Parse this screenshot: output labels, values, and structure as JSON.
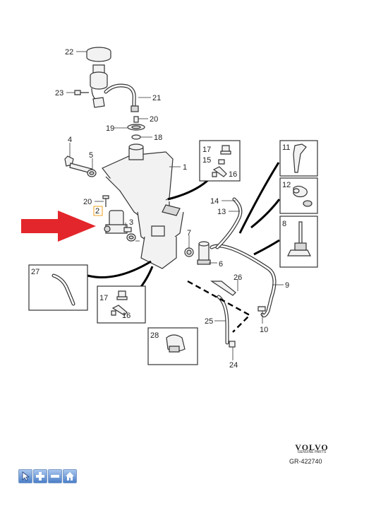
{
  "callouts": {
    "p1": "1",
    "p2": "2",
    "p3": "3",
    "p4": "4",
    "p5": "5",
    "p6": "6",
    "p7": "7",
    "p8": "8",
    "p9": "9",
    "p10": "10",
    "p11": "11",
    "p12": "12",
    "p13": "13",
    "p14": "14",
    "p15": "15",
    "p16": "16",
    "p16b": "16",
    "p17": "17",
    "p17b": "17",
    "p18": "18",
    "p19": "19",
    "p20": "20",
    "p20b": "20",
    "p21": "21",
    "p22": "22",
    "p23": "23",
    "p24": "24",
    "p25": "25",
    "p26": "26",
    "p27": "27",
    "p28": "28"
  },
  "brand": {
    "logo": "VOLVO",
    "logo_sub": "GENUINE PARTS",
    "diagram_ref": "GR-422740"
  },
  "colors": {
    "arrow": "#e3262b",
    "highlight": "#f0a020",
    "toolbar": "#4c7fc8"
  },
  "toolbar": {
    "buttons": [
      {
        "icon": "pointer-icon"
      },
      {
        "icon": "zoom-in-icon"
      },
      {
        "icon": "zoom-out-icon"
      },
      {
        "icon": "home-icon"
      }
    ]
  }
}
